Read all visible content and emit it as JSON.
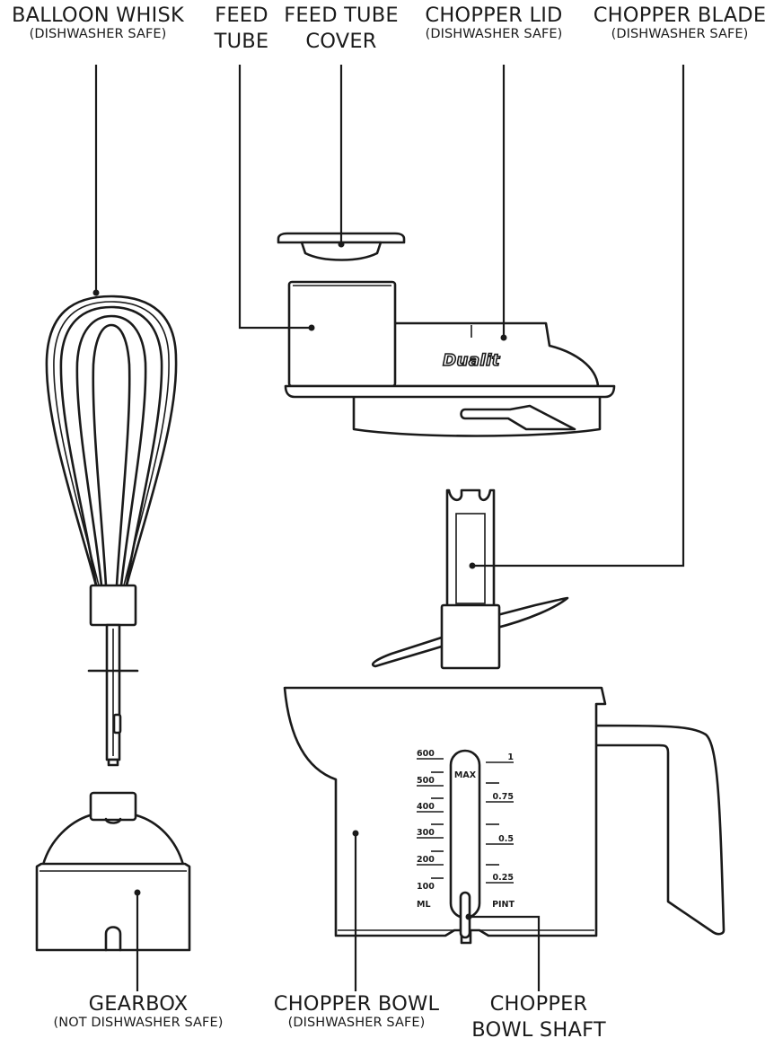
{
  "labels": {
    "balloon_whisk": {
      "title": "BALLOON WHISK",
      "note": "(DISHWASHER SAFE)"
    },
    "feed_tube": {
      "line1": "FEED",
      "line2": "TUBE"
    },
    "feed_tube_cover": {
      "line1": "FEED TUBE",
      "line2": "COVER"
    },
    "chopper_lid": {
      "title": "CHOPPER LID",
      "note": "(DISHWASHER SAFE)"
    },
    "chopper_blade": {
      "title": "CHOPPER BLADE",
      "note": "(DISHWASHER SAFE)"
    },
    "gearbox": {
      "title": "GEARBOX",
      "note": "(NOT DISHWASHER SAFE)"
    },
    "chopper_bowl": {
      "title": "CHOPPER BOWL",
      "note": "(DISHWASHER SAFE)"
    },
    "chopper_bowl_shaft": {
      "line1": "CHOPPER",
      "line2": "BOWL SHAFT"
    }
  },
  "brand": "Dualit",
  "bowl_scale": {
    "ml_marks": [
      "600",
      "500",
      "400",
      "300",
      "200",
      "100"
    ],
    "ml_unit": "ML",
    "max_label": "MAX",
    "pint_marks": [
      "1",
      "0.75",
      "0.5",
      "0.25"
    ],
    "pint_unit": "PINT"
  }
}
